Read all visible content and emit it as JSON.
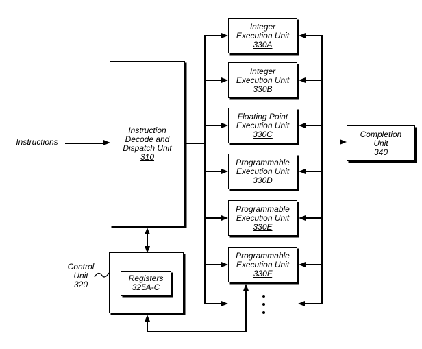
{
  "figure": {
    "colors": {
      "background": "#ffffff",
      "line": "#000000"
    },
    "instructions_label": "Instructions",
    "decode_unit": {
      "name": "Instruction Decode and Dispatch Unit",
      "ref": "310"
    },
    "execution_units": [
      {
        "name": "Integer Execution Unit",
        "ref": "330A"
      },
      {
        "name": "Integer Execution Unit",
        "ref": "330B"
      },
      {
        "name": "Floating Point Execution Unit",
        "ref": "330C"
      },
      {
        "name": "Programmable Execution Unit",
        "ref": "330D"
      },
      {
        "name": "Programmable Execution Unit",
        "ref": "330E"
      },
      {
        "name": "Programmable Execution Unit",
        "ref": "330F"
      }
    ],
    "completion_unit": {
      "name": "Completion Unit",
      "ref": "340"
    },
    "control_unit": {
      "name": "Control Unit",
      "ref": "320"
    },
    "registers": {
      "name": "Registers",
      "ref": "325A-C"
    },
    "more_units_indicator": "vertical-ellipsis"
  }
}
